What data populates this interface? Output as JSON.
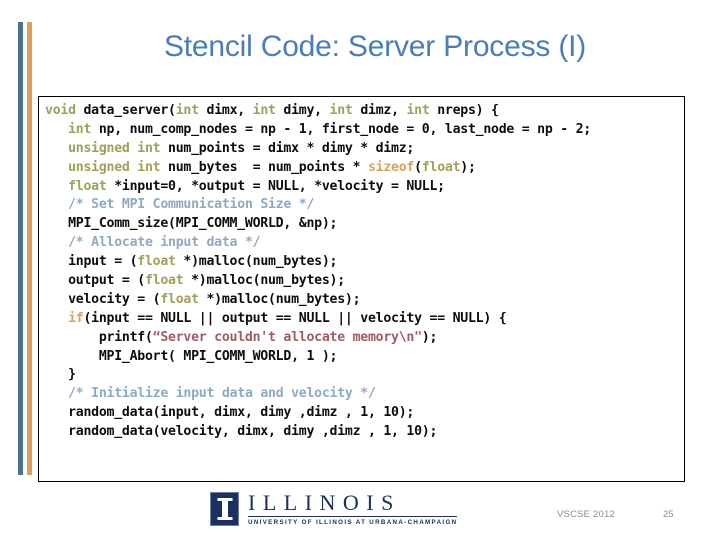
{
  "slide": {
    "title": "Stencil Code: Server Process (I)",
    "title_color": "#4A7EBB",
    "background_color": "#FFFFFF"
  },
  "accent_bars": [
    {
      "name": "blue-bar",
      "color": "#4A7296"
    },
    {
      "name": "orange-bar",
      "color": "#DFA15A"
    }
  ],
  "code_block": {
    "language": "c",
    "border_color": "#000000",
    "syntax_colors": {
      "type": "#A0A05A",
      "keyword": "#D9A15C",
      "comment": "#8FA9C4",
      "string": "#A35B63",
      "plain": "#0D0D0D"
    },
    "lines": [
      [
        {
          "t": "type",
          "s": "void"
        },
        {
          "t": "plain",
          "s": " data_server("
        },
        {
          "t": "type",
          "s": "int"
        },
        {
          "t": "plain",
          "s": " dimx, "
        },
        {
          "t": "type",
          "s": "int"
        },
        {
          "t": "plain",
          "s": " dimy, "
        },
        {
          "t": "type",
          "s": "int"
        },
        {
          "t": "plain",
          "s": " dimz, "
        },
        {
          "t": "type",
          "s": "int"
        },
        {
          "t": "plain",
          "s": " nreps) {"
        }
      ],
      [
        {
          "t": "plain",
          "s": "   "
        },
        {
          "t": "type",
          "s": "int"
        },
        {
          "t": "plain",
          "s": " np, num_comp_nodes = np - 1, first_node = 0, last_node = np - 2;"
        }
      ],
      [
        {
          "t": "plain",
          "s": "   "
        },
        {
          "t": "type",
          "s": "unsigned int"
        },
        {
          "t": "plain",
          "s": " num_points = dimx * dimy * dimz;"
        }
      ],
      [
        {
          "t": "plain",
          "s": "   "
        },
        {
          "t": "type",
          "s": "unsigned int"
        },
        {
          "t": "plain",
          "s": " num_bytes  = num_points * "
        },
        {
          "t": "kw",
          "s": "sizeof"
        },
        {
          "t": "plain",
          "s": "("
        },
        {
          "t": "type",
          "s": "float"
        },
        {
          "t": "plain",
          "s": ");"
        }
      ],
      [
        {
          "t": "plain",
          "s": "   "
        },
        {
          "t": "type",
          "s": "float"
        },
        {
          "t": "plain",
          "s": " *input=0, *output = NULL, *velocity = NULL;"
        }
      ],
      [
        {
          "t": "plain",
          "s": "   "
        },
        {
          "t": "comment",
          "s": "/* Set MPI Communication Size */"
        }
      ],
      [
        {
          "t": "plain",
          "s": "   MPI_Comm_size(MPI_COMM_WORLD, &np);"
        }
      ],
      [
        {
          "t": "plain",
          "s": "   "
        },
        {
          "t": "comment",
          "s": "/* Allocate input data */"
        }
      ],
      [
        {
          "t": "plain",
          "s": "   input = ("
        },
        {
          "t": "type",
          "s": "float"
        },
        {
          "t": "plain",
          "s": " *)malloc(num_bytes);"
        }
      ],
      [
        {
          "t": "plain",
          "s": "   output = ("
        },
        {
          "t": "type",
          "s": "float"
        },
        {
          "t": "plain",
          "s": " *)malloc(num_bytes);"
        }
      ],
      [
        {
          "t": "plain",
          "s": "   velocity = ("
        },
        {
          "t": "type",
          "s": "float"
        },
        {
          "t": "plain",
          "s": " *)malloc(num_bytes);"
        }
      ],
      [
        {
          "t": "plain",
          "s": "   "
        },
        {
          "t": "kw",
          "s": "if"
        },
        {
          "t": "plain",
          "s": "(input == NULL || output == NULL || velocity == NULL) {"
        }
      ],
      [
        {
          "t": "plain",
          "s": "       printf("
        },
        {
          "t": "string",
          "s": "“Server couldn't allocate memory\\n\""
        },
        {
          "t": "plain",
          "s": ");"
        }
      ],
      [
        {
          "t": "plain",
          "s": "       MPI_Abort( MPI_COMM_WORLD, 1 );"
        }
      ],
      [
        {
          "t": "plain",
          "s": "   }"
        }
      ],
      [
        {
          "t": "plain",
          "s": "   "
        },
        {
          "t": "comment",
          "s": "/* Initialize input data and velocity */"
        }
      ],
      [
        {
          "t": "plain",
          "s": "   random_data(input, dimx, dimy ,dimz , 1, 10);"
        }
      ],
      [
        {
          "t": "plain",
          "s": "   random_data(velocity, dimx, dimy ,dimz , 1, 10);"
        }
      ]
    ]
  },
  "footer": {
    "logo_wordmark": "ILLINOIS",
    "logo_tagline": "UNIVERSITY OF ILLINOIS AT URBANA-CHAMPAIGN",
    "logo_color": "#1B3060",
    "event": "VSCSE 2012",
    "page_number": "25",
    "text_color": "#8C8C8C"
  }
}
